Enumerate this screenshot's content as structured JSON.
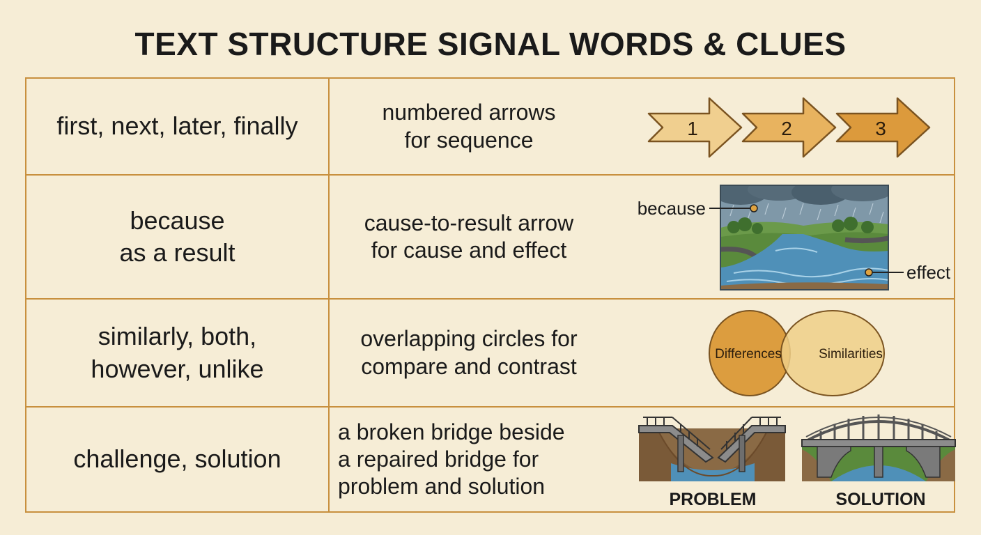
{
  "title": "TEXT STRUCTURE SIGNAL WORDS & CLUES",
  "rows": [
    {
      "signal_words": "first, next, later, finally",
      "clue": "numbered arrows\nfor sequence",
      "arrows": [
        "1",
        "2",
        "3"
      ]
    },
    {
      "signal_words": "because\nas a result",
      "clue": "cause-to-result arrow\nfor cause and effect",
      "cause_label": "because",
      "effect_label": "effect"
    },
    {
      "signal_words": "similarly, both,\nhowever, unlike",
      "clue": "overlapping circles for\ncompare and contrast",
      "left_circle": "Differences",
      "right_circle": "Similarities"
    },
    {
      "signal_words": "challenge, solution",
      "clue": "a broken bridge beside\na repaired bridge for\nproblem and solution",
      "problem_label": "PROBLEM",
      "solution_label": "SOLUTION"
    }
  ],
  "colors": {
    "background": "#f6edd6",
    "border": "#c8903e",
    "arrow_1": "#f0cf8f",
    "arrow_2": "#e8b35f",
    "arrow_3": "#dc9a3c",
    "circle_left": "#dc9d3f",
    "circle_right": "#efcf88"
  }
}
